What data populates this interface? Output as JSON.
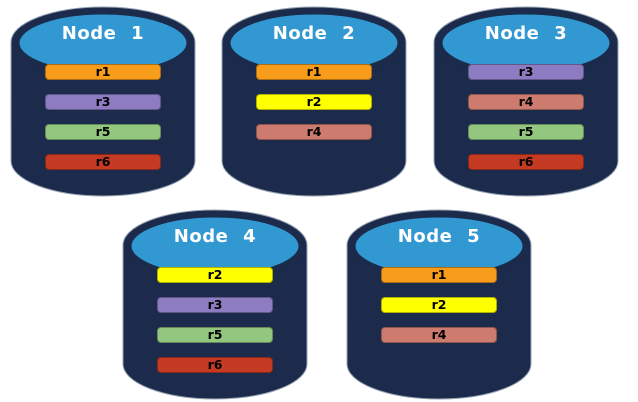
{
  "diagram": {
    "description": "Database nodes with replica placement",
    "colors": {
      "cylinder_body": "#1c2b4b",
      "cylinder_body_stroke": "#97a3b4",
      "cylinder_top": "#3298d1",
      "cylinder_top_stroke": "#1b2b4b",
      "title_text": "#ffffff",
      "bar_text": "#000000",
      "replicas": {
        "r1": "#f89c1b",
        "r2": "#feff00",
        "r3": "#8e7cc3",
        "r4": "#cd7b6e",
        "r5": "#93c67f",
        "r6": "#c43a23"
      }
    },
    "nodes": [
      {
        "title": "Node 1",
        "replicas": [
          "r1",
          "r3",
          "r5",
          "r6"
        ]
      },
      {
        "title": "Node 2",
        "replicas": [
          "r1",
          "r2",
          "r4"
        ]
      },
      {
        "title": "Node 3",
        "replicas": [
          "r3",
          "r4",
          "r5",
          "r6"
        ]
      },
      {
        "title": "Node 4",
        "replicas": [
          "r2",
          "r3",
          "r5",
          "r6"
        ]
      },
      {
        "title": "Node 5",
        "replicas": [
          "r1",
          "r2",
          "r4"
        ]
      }
    ]
  }
}
